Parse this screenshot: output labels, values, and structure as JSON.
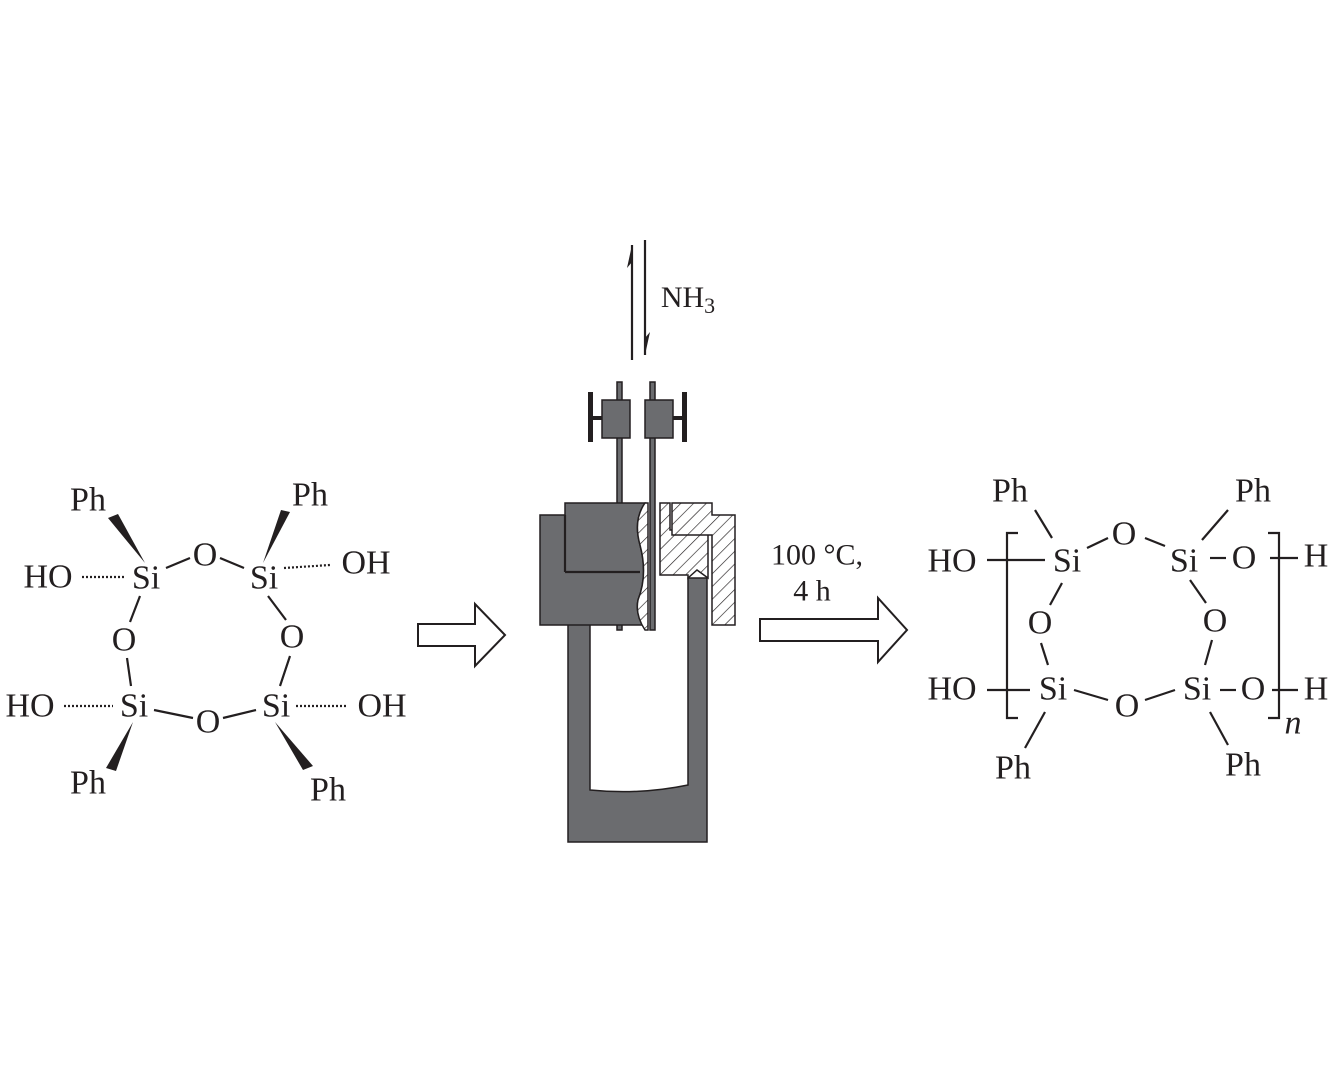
{
  "reactant": {
    "ph": "Ph",
    "ho": "HO",
    "oh": "OH",
    "si": "Si",
    "o": "O"
  },
  "reactor": {
    "gas_label": "NH",
    "gas_subscript": "3"
  },
  "conditions": {
    "temperature": "100 °C,",
    "time": "4 h"
  },
  "product": {
    "ph": "Ph",
    "ho": "HO",
    "h": "H",
    "si": "Si",
    "o": "O",
    "repeat": "n"
  },
  "colors": {
    "ink": "#231f20",
    "reactor": "#6b6c6f"
  }
}
